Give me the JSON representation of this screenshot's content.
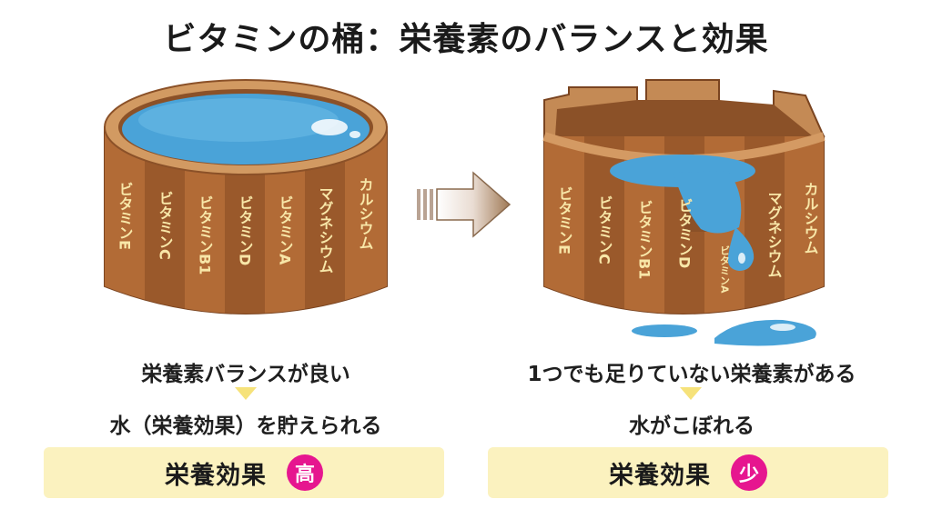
{
  "title": "ビタミンの桶：栄養素のバランスと効果",
  "left_barrel": {
    "staves": [
      {
        "label": "ビタミンE"
      },
      {
        "label": "ビタミンC"
      },
      {
        "label": "ビタミンB1"
      },
      {
        "label": "ビタミンD"
      },
      {
        "label": "ビタミンA"
      },
      {
        "label": "マグネシウム"
      },
      {
        "label": "カルシウム"
      }
    ],
    "caption_top": "栄養素バランスが良い",
    "caption_bottom": "水（栄養効果）を貯えられる",
    "result_label": "栄養効果",
    "result_badge": "高"
  },
  "right_barrel": {
    "staves": [
      {
        "label": "ビタミンE"
      },
      {
        "label": "ビタミンC"
      },
      {
        "label": "ビタミンB1"
      },
      {
        "label": "ビタミンD"
      },
      {
        "label": "ビタミンA"
      },
      {
        "label": "マグネシウム"
      },
      {
        "label": "カルシウム"
      }
    ],
    "caption_top": "1つでも足りていない栄養素がある",
    "caption_bottom": "水がこぼれる",
    "result_label": "栄養効果",
    "result_badge": "少"
  },
  "colors": {
    "wood_dark": "#9b5a2e",
    "wood_light": "#b86f3c",
    "rim": "#d49a63",
    "water": "#4aa3d8",
    "label_text": "#f8e7a8",
    "badge": "#e6168f",
    "result_bg": "#fbf2bf"
  }
}
